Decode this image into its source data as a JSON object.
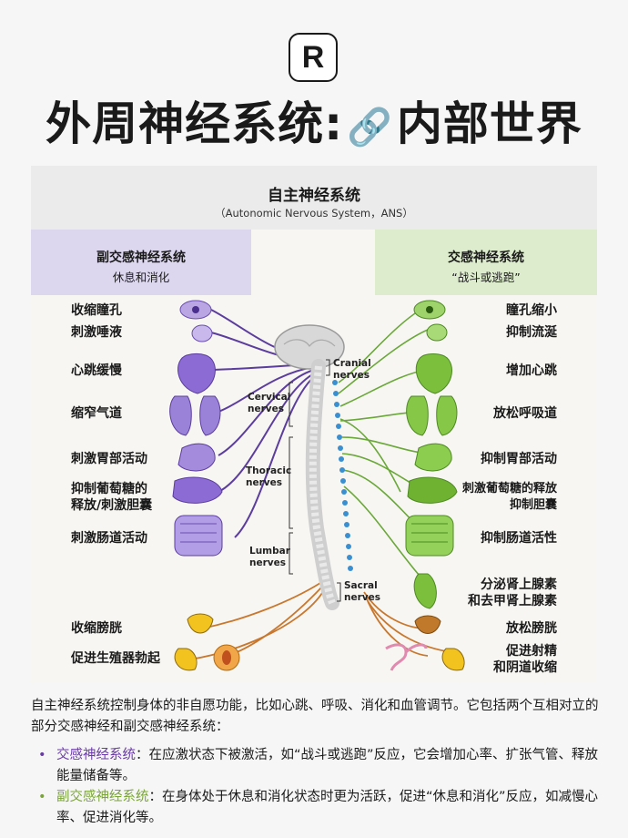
{
  "logo": {
    "letter": "R"
  },
  "title": {
    "left": "外周神经系统:",
    "link_icon": "🔗",
    "right": "内部世界"
  },
  "ans": {
    "title": "自主神经系统",
    "subtitle": "（Autonomic Nervous System，ANS）"
  },
  "parasympathetic": {
    "title": "副交感神经系统",
    "subtitle": "休息和消化",
    "functions": [
      "收缩瞳孔",
      "刺激唾液",
      "心跳缓慢",
      "缩窄气道",
      "刺激胃部活动",
      "抑制葡萄糖的",
      "释放/刺激胆囊",
      "刺激肠道活动",
      "收缩膀胱",
      "促进生殖器勃起"
    ]
  },
  "sympathetic": {
    "title": "交感神经系统",
    "subtitle": "“战斗或逃跑”",
    "functions": [
      "瞳孔缩小",
      "抑制流涎",
      "增加心跳",
      "放松呼吸道",
      "抑制胃部活动",
      "刺激葡萄糖的释放",
      "抑制胆囊",
      "抑制肠道活性",
      "分泌肾上腺素",
      "和去甲肾上腺素",
      "放松膀胱",
      "促进射精",
      "和阴道收缩"
    ]
  },
  "nerves": {
    "cranial": [
      "Cranial",
      "nerves"
    ],
    "cervical": [
      "Cervical",
      "nerves"
    ],
    "thoracic": [
      "Thoracic",
      "nerves"
    ],
    "lumbar": [
      "Lumbar",
      "nerves"
    ],
    "sacral": [
      "Sacral",
      "nerves"
    ]
  },
  "description": "自主神经系统控制身体的非自愿功能，比如心跳、呼吸、消化和血管调节。它包括两个互相对立的部分交感神经和副交感神经系统：",
  "bullets": [
    {
      "term": "交感神经系统",
      "text": "：在应激状态下被激活，如“战斗或逃跑”反应，它会增加心率、扩张气管、释放能量储备等。"
    },
    {
      "term": "副交感神经系统",
      "text": "：在身体处于休息和消化状态时更为活跃，促进“休息和消化”反应，如减慢心率、促进消化等。"
    }
  ],
  "colors": {
    "parasympathetic": "#6a3aa8",
    "sympathetic": "#7aa536",
    "sacral": "#c8782e",
    "spine_ganglia": "#3a8fd0"
  }
}
